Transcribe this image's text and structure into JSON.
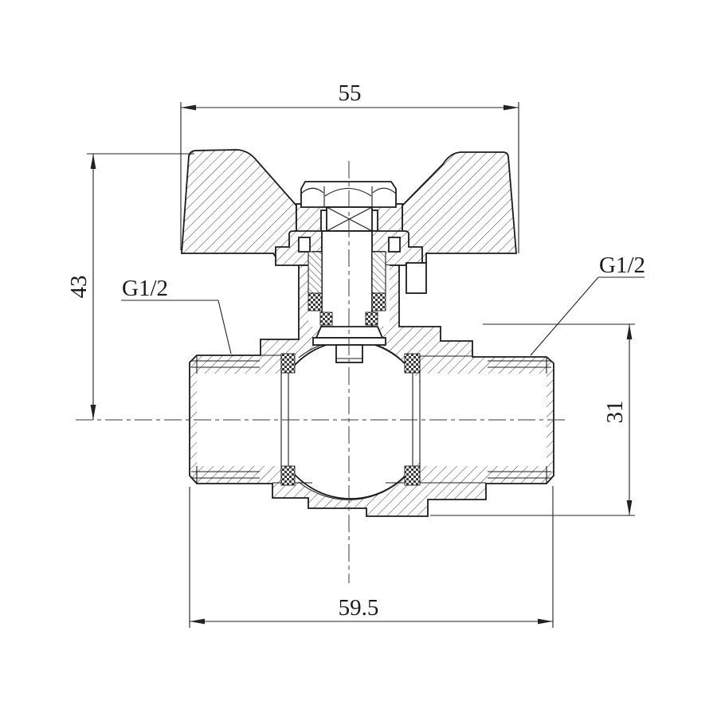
{
  "drawing": {
    "dim_top": "55",
    "dim_left": "43",
    "dim_right": "31",
    "dim_bottom": "59.5",
    "thread_label_left": "G1/2",
    "thread_label_right": "G1/2"
  },
  "colors": {
    "line": "#1c1c1c",
    "dimension": "#222222",
    "background": "#ffffff"
  }
}
